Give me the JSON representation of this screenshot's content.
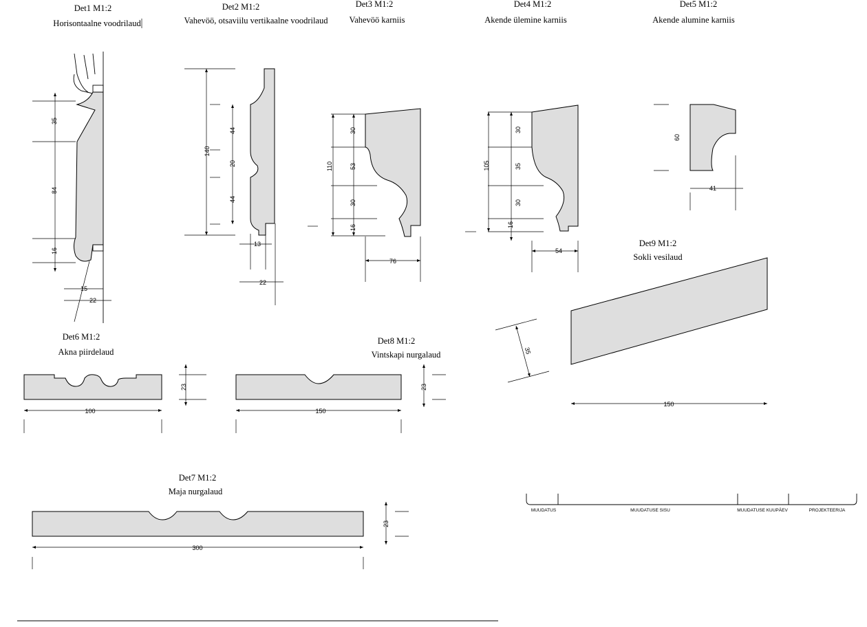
{
  "details": [
    {
      "id": "det1",
      "code": "Det1 M1:2",
      "name": "Horisontaalne voodrilaud",
      "dims": [
        "35",
        "84",
        "16",
        "15",
        "22"
      ]
    },
    {
      "id": "det2",
      "code": "Det2 M1:2",
      "name": "Vahevöö, otsaviilu vertikaalne voodrilaud",
      "dims": [
        "140",
        "44",
        "20",
        "44",
        "13",
        "22"
      ]
    },
    {
      "id": "det3",
      "code": "Det3 M1:2",
      "name": "Vahevöö karniis",
      "dims": [
        "110",
        "30",
        "53",
        "30",
        "16",
        "76"
      ]
    },
    {
      "id": "det4",
      "code": "Det4 M1:2",
      "name": "Akende ülemine karniis",
      "dims": [
        "105",
        "30",
        "35",
        "30",
        "16",
        "54"
      ]
    },
    {
      "id": "det5",
      "code": "Det5 M1:2",
      "name": "Akende alumine karniis",
      "dims": [
        "60",
        "41"
      ]
    },
    {
      "id": "det6",
      "code": "Det6 M1:2",
      "name": "Akna piirdelaud",
      "dims": [
        "23",
        "100"
      ]
    },
    {
      "id": "det7",
      "code": "Det7 M1:2",
      "name": "Maja nurgalaud",
      "dims": [
        "23",
        "300"
      ]
    },
    {
      "id": "det8",
      "code": "Det8 M1:2",
      "name": "Vintskapi nurgalaud",
      "dims": [
        "23",
        "150"
      ]
    },
    {
      "id": "det9",
      "code": "Det9 M1:2",
      "name": "Sokli vesilaud",
      "dims": [
        "35",
        "150"
      ]
    }
  ],
  "stamp": {
    "col1": "MUUDATUS",
    "col2": "MUUDATUSE SISU",
    "col3": "MUUDATUSE KUUPÄEV",
    "col4": "PROJEKTEERIJA"
  }
}
